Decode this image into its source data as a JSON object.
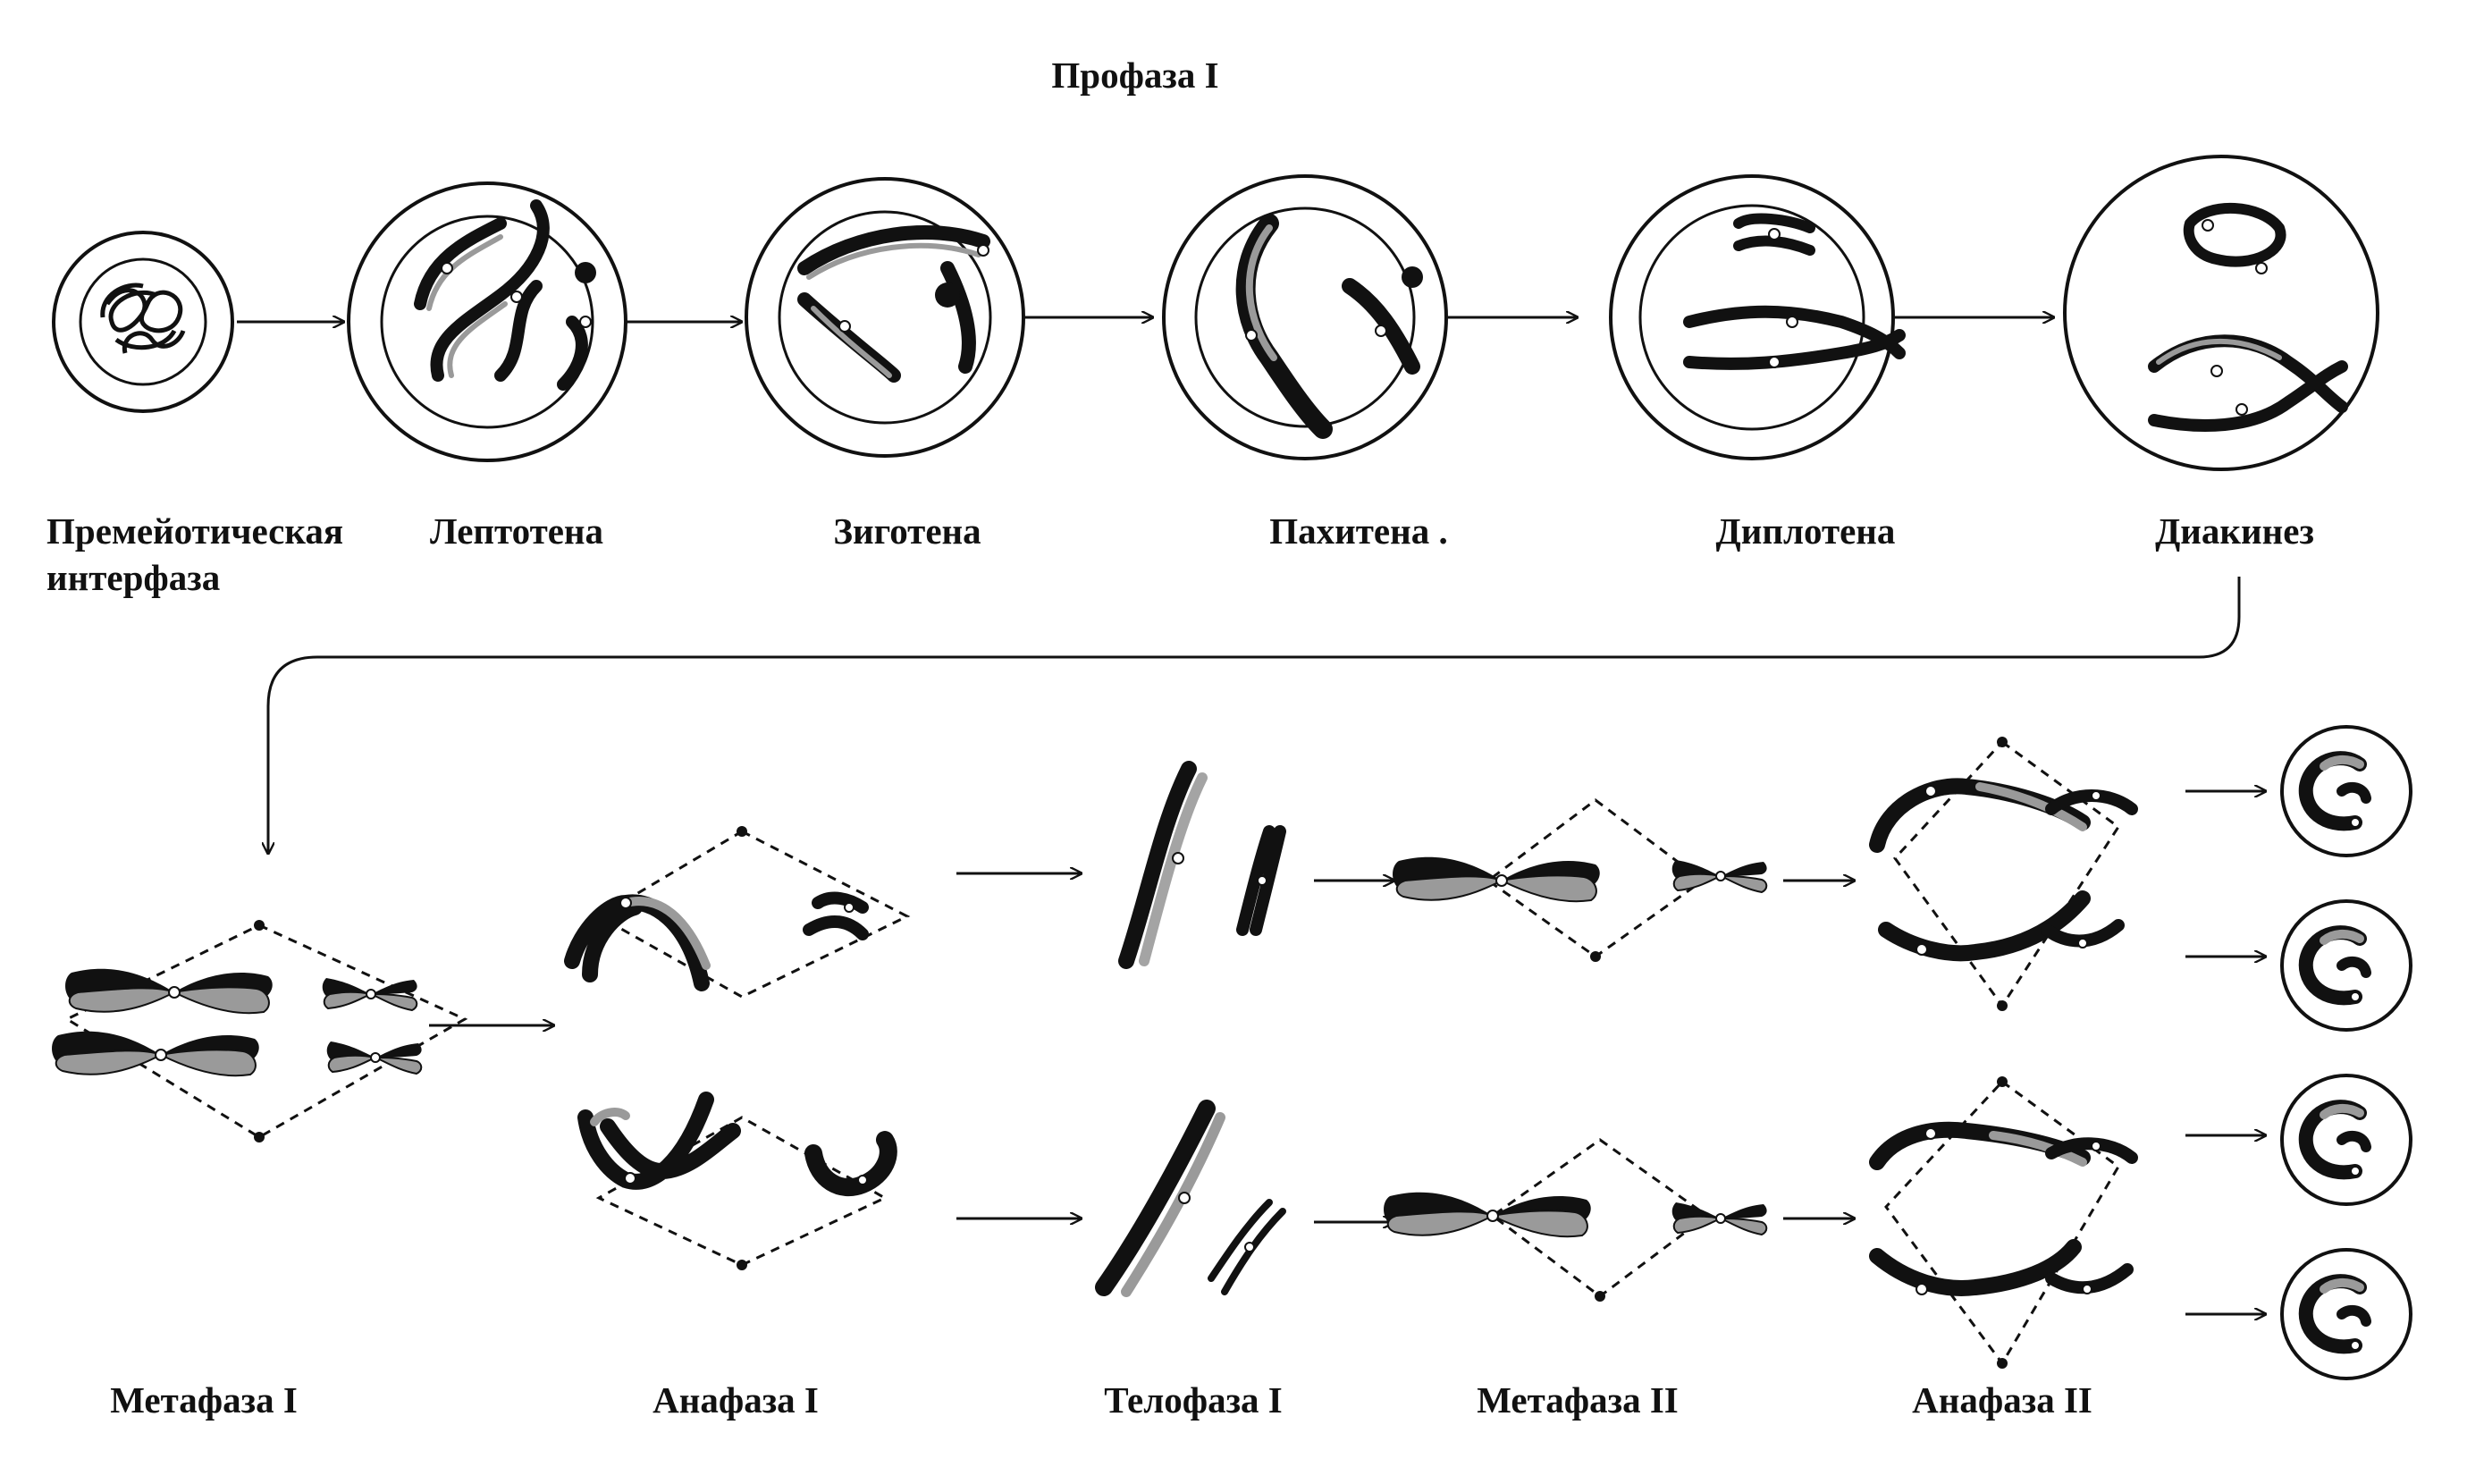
{
  "title": "Профаза I",
  "prophase_stages": [
    {
      "id": "premeiotic",
      "label_lines": [
        "Премейотическая",
        "интерфаза"
      ]
    },
    {
      "id": "leptotene",
      "label_lines": [
        "Лептотена"
      ]
    },
    {
      "id": "zygotene",
      "label_lines": [
        "Зиготена"
      ]
    },
    {
      "id": "pachytene",
      "label_lines": [
        "Пахитена ."
      ]
    },
    {
      "id": "diplotene",
      "label_lines": [
        "Диплотена"
      ]
    },
    {
      "id": "diakinesis",
      "label_lines": [
        "Диакинез"
      ]
    }
  ],
  "division_stages": [
    {
      "id": "metaphase-1",
      "label": "Метафаза I"
    },
    {
      "id": "anaphase-1",
      "label": "Анафаза I"
    },
    {
      "id": "telophase-1",
      "label": "Телофаза I"
    },
    {
      "id": "metaphase-2",
      "label": "Метафаза II"
    },
    {
      "id": "anaphase-2",
      "label": "Анафаза II"
    }
  ],
  "colors": {
    "ink": "#111111",
    "shade": "#9a9a9a",
    "background": "#ffffff"
  }
}
